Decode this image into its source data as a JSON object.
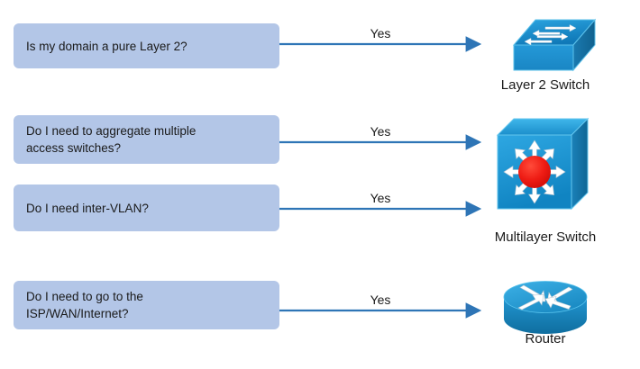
{
  "diagram": {
    "title": "Network device selection decision diagram",
    "background_color": "#ffffff",
    "box_fill_color": "#b3c6e7",
    "connector_color": "#2e75b6",
    "accent_red": "#ee1c25",
    "device_blue": "#1b9ad6",
    "device_blue_dark": "#1278a8"
  },
  "questions": [
    {
      "id": "q-pure-layer2",
      "text": "Is my domain a pure Layer 2?",
      "answer_label": "Yes",
      "target": "Layer 2 Switch"
    },
    {
      "id": "q-aggregate-access-switches",
      "text": "Do I need to aggregate multiple\naccess switches?",
      "answer_label": "Yes",
      "target": "Multilayer Switch"
    },
    {
      "id": "q-inter-vlan",
      "text": "Do I need inter-VLAN?",
      "answer_label": "Yes",
      "target": "Multilayer Switch"
    },
    {
      "id": "q-isp-wan-internet",
      "text": "Do I need to go to the\nISP/WAN/Internet?",
      "answer_label": "Yes",
      "target": "Router"
    }
  ],
  "devices": [
    {
      "id": "device-layer2-switch",
      "label": "Layer 2 Switch",
      "icon": "layer2-switch-icon"
    },
    {
      "id": "device-multilayer-switch",
      "label": "Multilayer Switch",
      "icon": "multilayer-switch-icon"
    },
    {
      "id": "device-router",
      "label": "Router",
      "icon": "router-icon"
    }
  ]
}
